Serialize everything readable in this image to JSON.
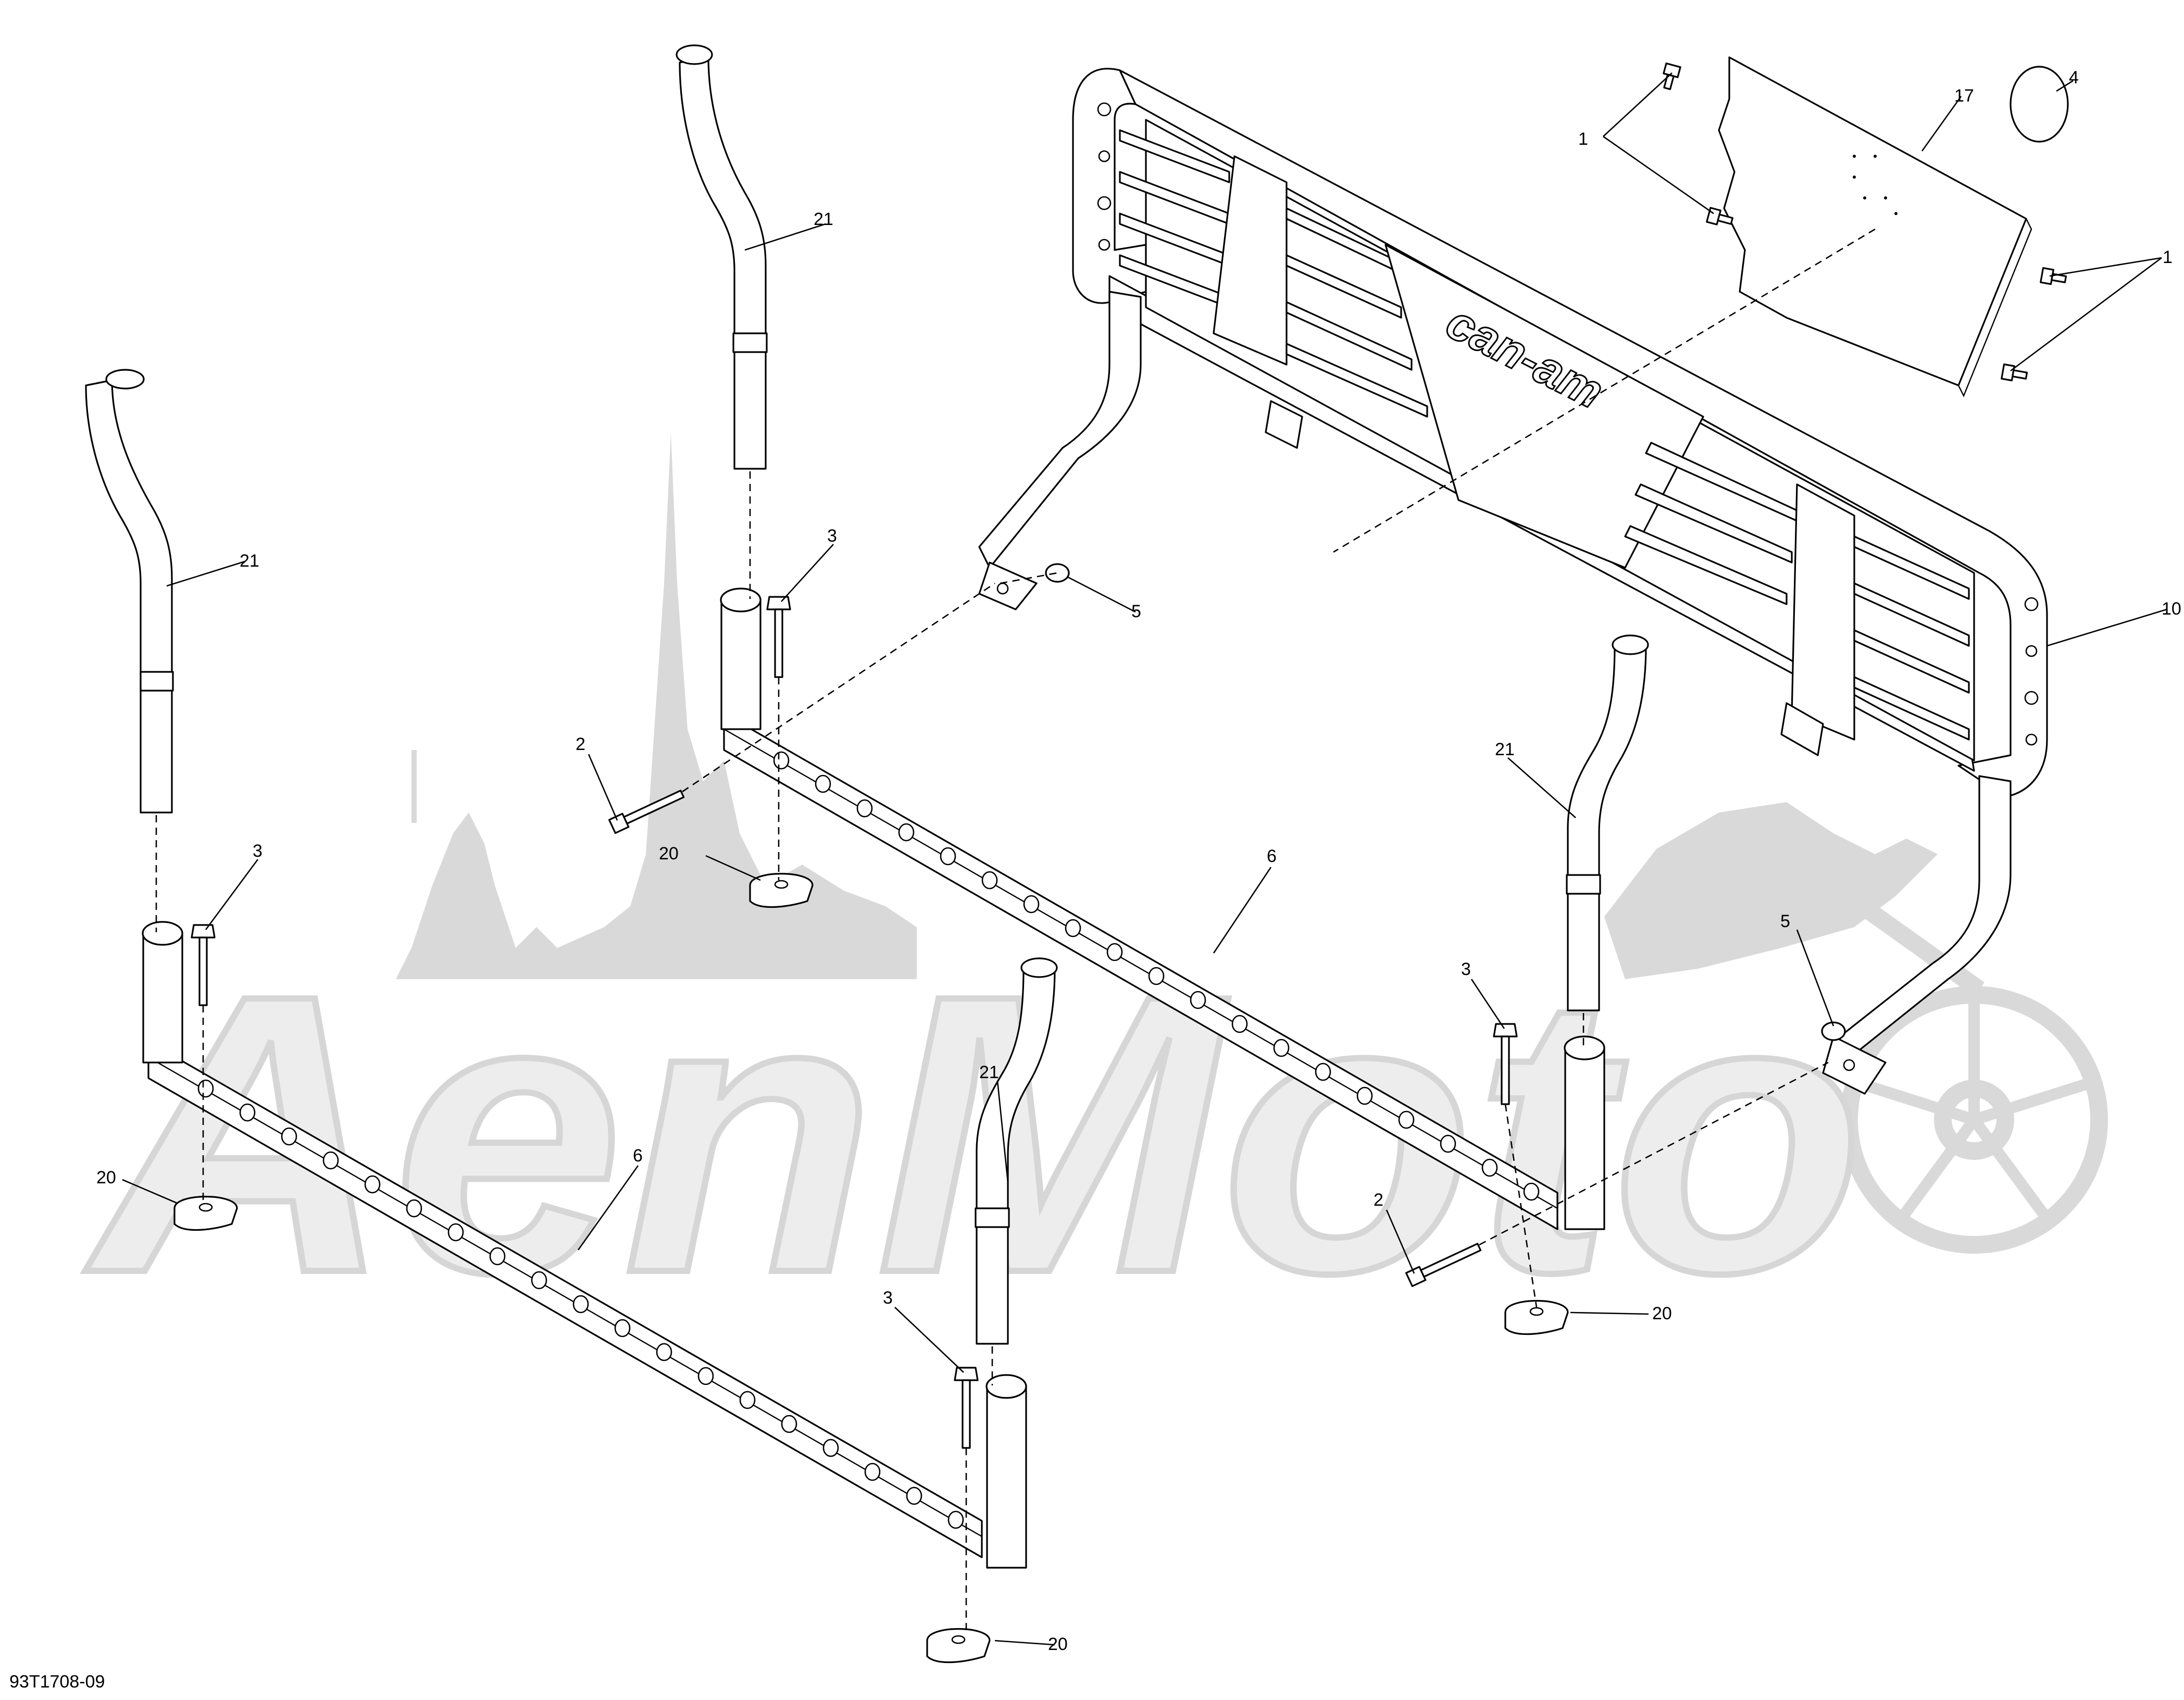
{
  "diagram": {
    "figure_code": "93T1708-09",
    "watermark_text": "AenMoto",
    "brand_logo_text": "can-am",
    "callouts": [
      {
        "id": "c1a",
        "label": "1"
      },
      {
        "id": "c1b",
        "label": "1"
      },
      {
        "id": "c2a",
        "label": "2"
      },
      {
        "id": "c2b",
        "label": "2"
      },
      {
        "id": "c3a",
        "label": "3"
      },
      {
        "id": "c3b",
        "label": "3"
      },
      {
        "id": "c3c",
        "label": "3"
      },
      {
        "id": "c3d",
        "label": "3"
      },
      {
        "id": "c4",
        "label": "4"
      },
      {
        "id": "c5a",
        "label": "5"
      },
      {
        "id": "c5b",
        "label": "5"
      },
      {
        "id": "c6a",
        "label": "6"
      },
      {
        "id": "c6b",
        "label": "6"
      },
      {
        "id": "c10",
        "label": "10"
      },
      {
        "id": "c17",
        "label": "17"
      },
      {
        "id": "c20a",
        "label": "20"
      },
      {
        "id": "c20b",
        "label": "20"
      },
      {
        "id": "c20c",
        "label": "20"
      },
      {
        "id": "c20d",
        "label": "20"
      },
      {
        "id": "c21a",
        "label": "21"
      },
      {
        "id": "c21b",
        "label": "21"
      },
      {
        "id": "c21c",
        "label": "21"
      },
      {
        "id": "c21d",
        "label": "21"
      }
    ]
  }
}
